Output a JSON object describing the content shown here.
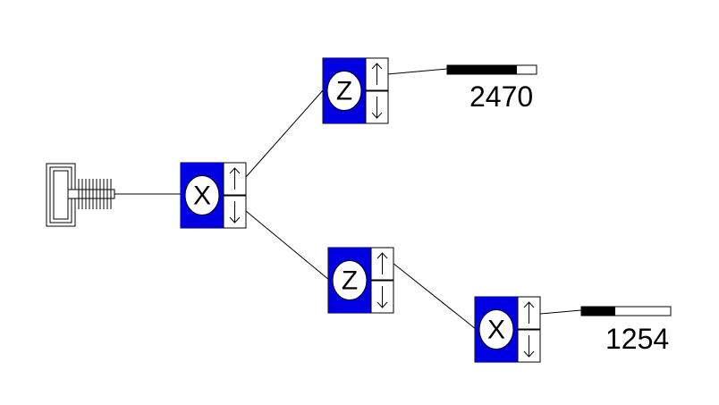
{
  "colors": {
    "node_blue": "#0000e0",
    "bar_fill": "#000000",
    "line": "#000000"
  },
  "source": {
    "icon": "screw-clamp-icon"
  },
  "nodes": [
    {
      "id": "n1",
      "label": "X"
    },
    {
      "id": "n2",
      "label": "Z"
    },
    {
      "id": "n3",
      "label": "Z"
    },
    {
      "id": "n4",
      "label": "X"
    }
  ],
  "outputs": [
    {
      "id": "o1",
      "value": "2470",
      "level": 0.78
    },
    {
      "id": "o2",
      "value": "1254",
      "level": 0.38
    }
  ]
}
